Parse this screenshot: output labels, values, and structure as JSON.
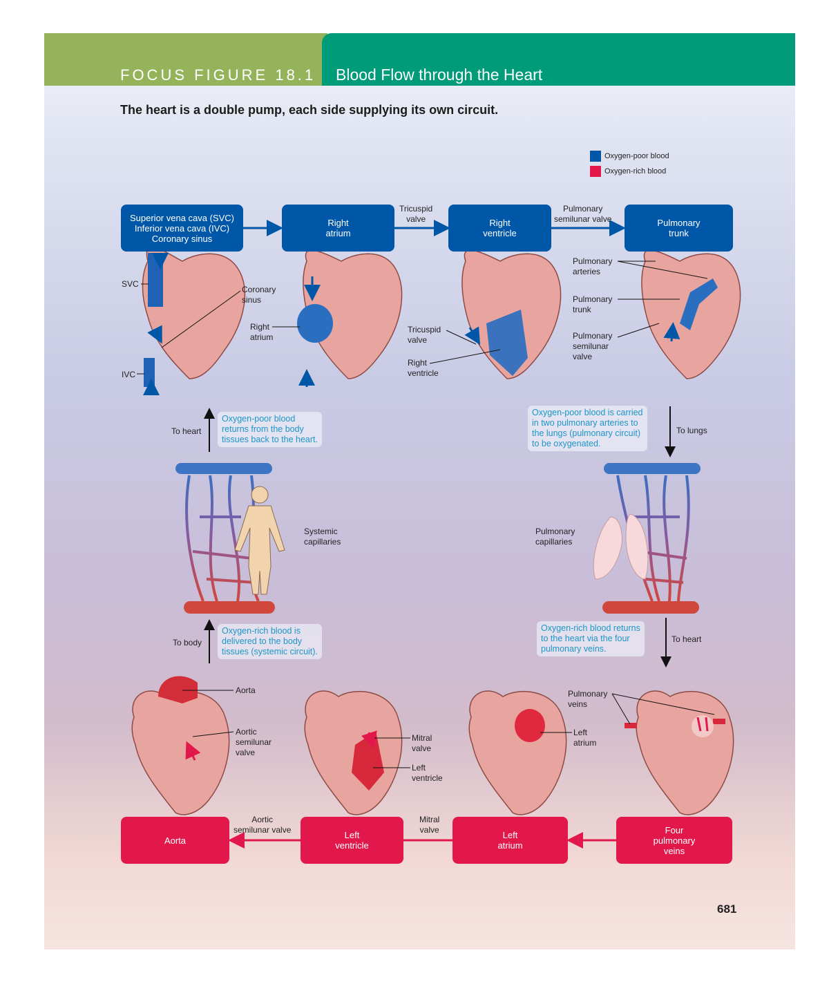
{
  "header": {
    "focus_label": "FOCUS FIGURE 18.1",
    "title": "Blood Flow through the Heart"
  },
  "subtitle": "The heart is a double pump, each side supplying its own circuit.",
  "legend": [
    {
      "label": "Oxygen-poor blood",
      "color": "#0057a8"
    },
    {
      "label": "Oxygen-rich blood",
      "color": "#e2184b"
    }
  ],
  "top_boxes": {
    "vena_cava": "Superior vena cava (SVC)\nInferior vena cava (IVC)\nCoronary sinus",
    "right_atrium": "Right\natrium",
    "right_ventricle": "Right\nventricle",
    "pulmonary_trunk": "Pulmonary\ntrunk"
  },
  "top_arrow_labels": {
    "tricuspid": "Tricuspid\nvalve",
    "pulmonary_semilunar": "Pulmonary\nsemilunar valve"
  },
  "bottom_boxes": {
    "aorta": "Aorta",
    "left_ventricle": "Left\nventricle",
    "left_atrium": "Left\natrium",
    "four_veins": "Four\npulmonary\nveins"
  },
  "bottom_arrow_labels": {
    "aortic_semilunar": "Aortic\nsemilunar valve",
    "mitral": "Mitral\nvalve"
  },
  "heart_labels": {
    "svc": "SVC",
    "ivc": "IVC",
    "coronary_sinus": "Coronary\nsinus",
    "right_atrium": "Right\natrium",
    "tricuspid": "Tricuspid\nvalve",
    "right_ventricle": "Right\nventricle",
    "pulm_arteries": "Pulmonary\narteries",
    "pulm_trunk": "Pulmonary\ntrunk",
    "pulm_semilunar": "Pulmonary\nsemilunar\nvalve",
    "aorta": "Aorta",
    "aortic_semilunar": "Aortic\nsemilunar\nvalve",
    "mitral": "Mitral\nvalve",
    "left_ventricle": "Left\nventricle",
    "left_atrium": "Left\natrium",
    "pulm_veins": "Pulmonary\nveins"
  },
  "flow_labels": {
    "to_heart_left": "To heart",
    "to_lungs": "To lungs",
    "to_body": "To body",
    "to_heart_right": "To heart"
  },
  "notes": {
    "oxygen_poor_returns": "Oxygen-poor blood\nreturns from the body\ntissues back to the heart.",
    "oxygen_poor_carried": "Oxygen-poor blood is carried\nin two pulmonary arteries to\nthe lungs (pulmonary circuit)\nto be oxygenated.",
    "oxygen_rich_delivered": "Oxygen-rich blood is\ndelivered to the body\ntissues (systemic circuit).",
    "oxygen_rich_returns": "Oxygen-rich blood returns\nto the heart via the four\npulmonary veins."
  },
  "capillary_labels": {
    "systemic": "Systemic\ncapillaries",
    "pulmonary": "Pulmonary\ncapillaries"
  },
  "page_number": "681"
}
